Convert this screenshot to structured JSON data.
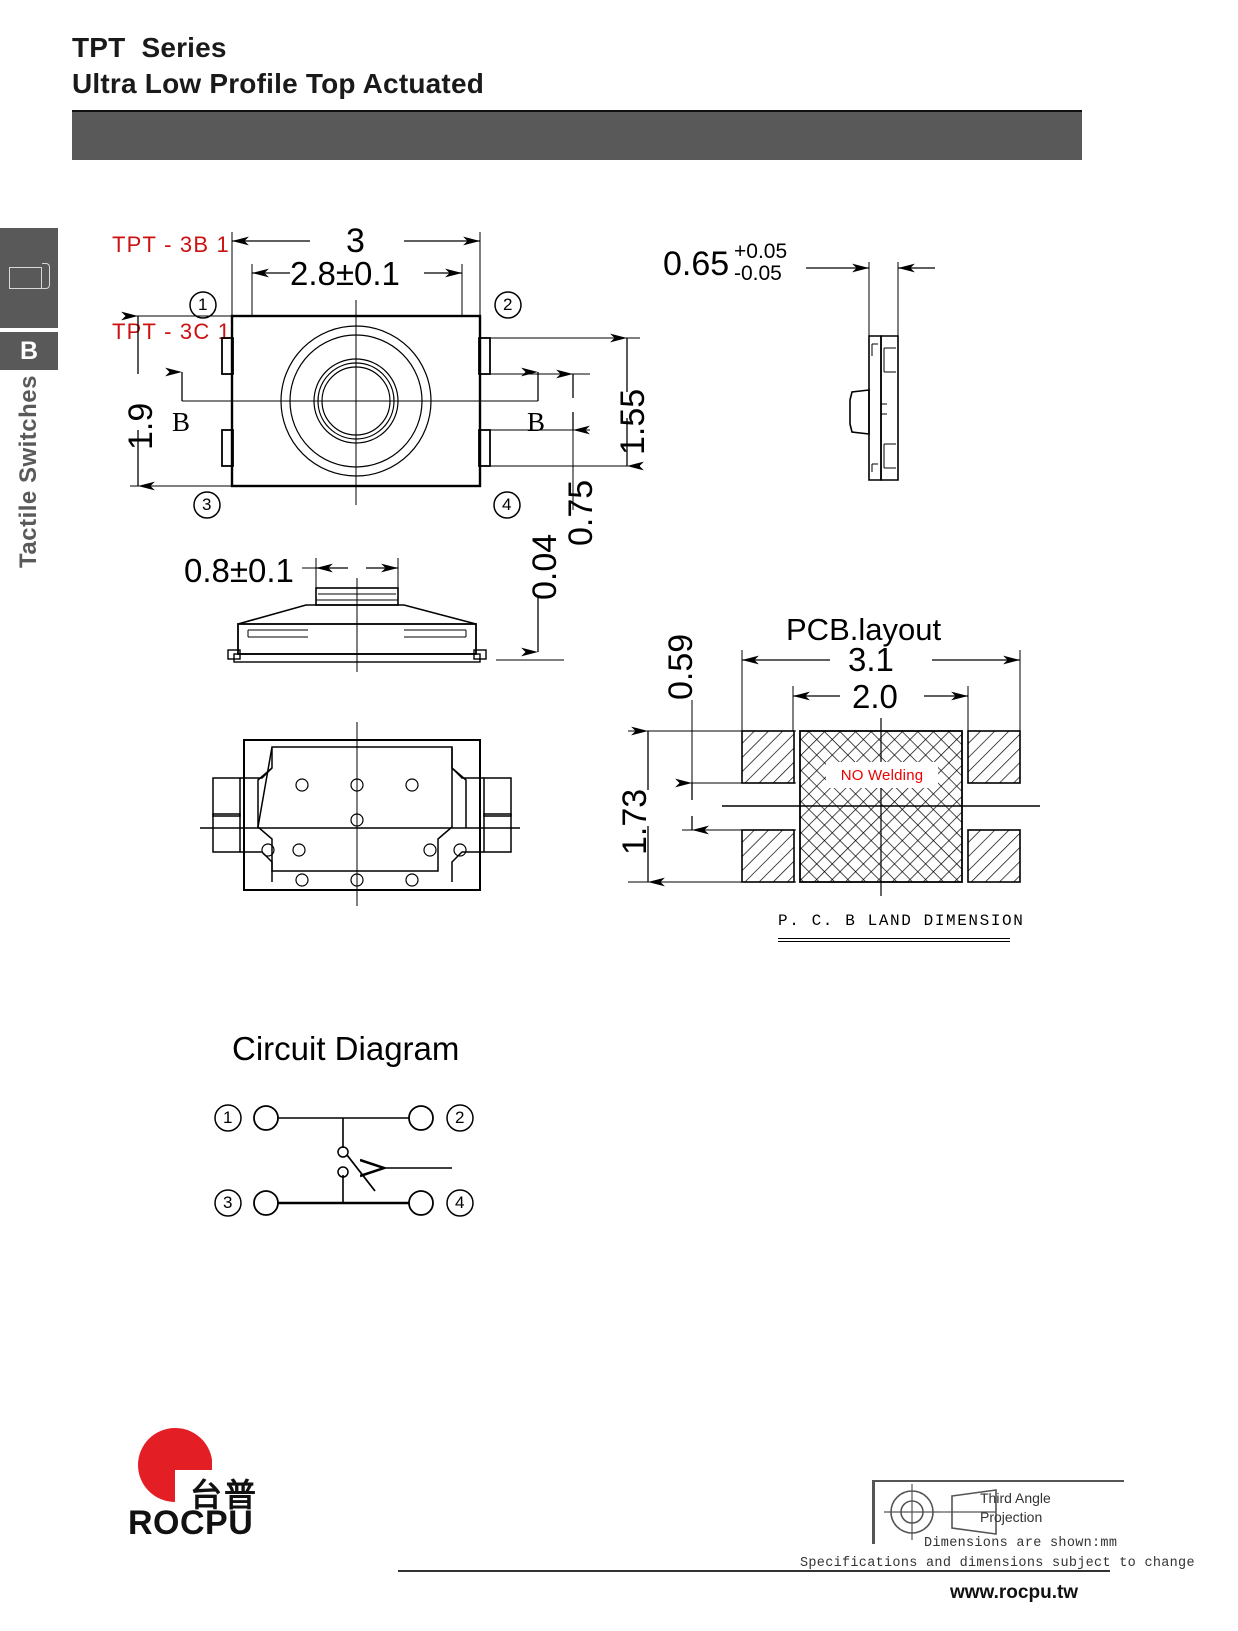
{
  "header": {
    "title_line1": "TPT  Series",
    "title_line2": "Ultra Low Profile Top Actuated"
  },
  "sidebar": {
    "icon": "tactile-switch-icon",
    "letter": "B",
    "category": "Tactile Switches"
  },
  "part_numbers": {
    "line1": "TPT - 3B 1",
    "line2": "TPT - 3C 1",
    "color": "#cc1111"
  },
  "top_view": {
    "width_overall": "3",
    "width_body": "2.8±0.1",
    "height_overall": "1.9",
    "datum_left": "B",
    "datum_right": "B",
    "pin_1": "1",
    "pin_2": "2",
    "pin_3": "3",
    "pin_4": "4",
    "dim_1_55": "1.55",
    "dim_0_75": "0.75"
  },
  "side_view": {
    "thickness": "0.65",
    "tol_plus": "+0.05",
    "tol_minus": "-0.05"
  },
  "front_view": {
    "actuator_width": "0.8±0.1",
    "standoff": "0.04"
  },
  "pcb_layout": {
    "title": "PCB.layout",
    "width": "3.1",
    "inner_width": "2.0",
    "height": "1.73",
    "pad_gap": "0.59",
    "no_welding": "NO  Welding",
    "caption": "P. C. B  LAND  DIMENSION",
    "no_welding_color": "#ee0000"
  },
  "circuit": {
    "title": "Circuit Diagram",
    "terminals": [
      "1",
      "2",
      "3",
      "4"
    ]
  },
  "footer": {
    "logo_cjk": "台普",
    "logo_text": "ROCPU",
    "logo_color": "#e41e25",
    "projection_label_line1": "Third Angle",
    "projection_label_line2": "Projection",
    "note1": "Dimensions are shown:mm",
    "note2": "Specifications and dimensions subject to change",
    "url": "www.rocpu.tw"
  }
}
